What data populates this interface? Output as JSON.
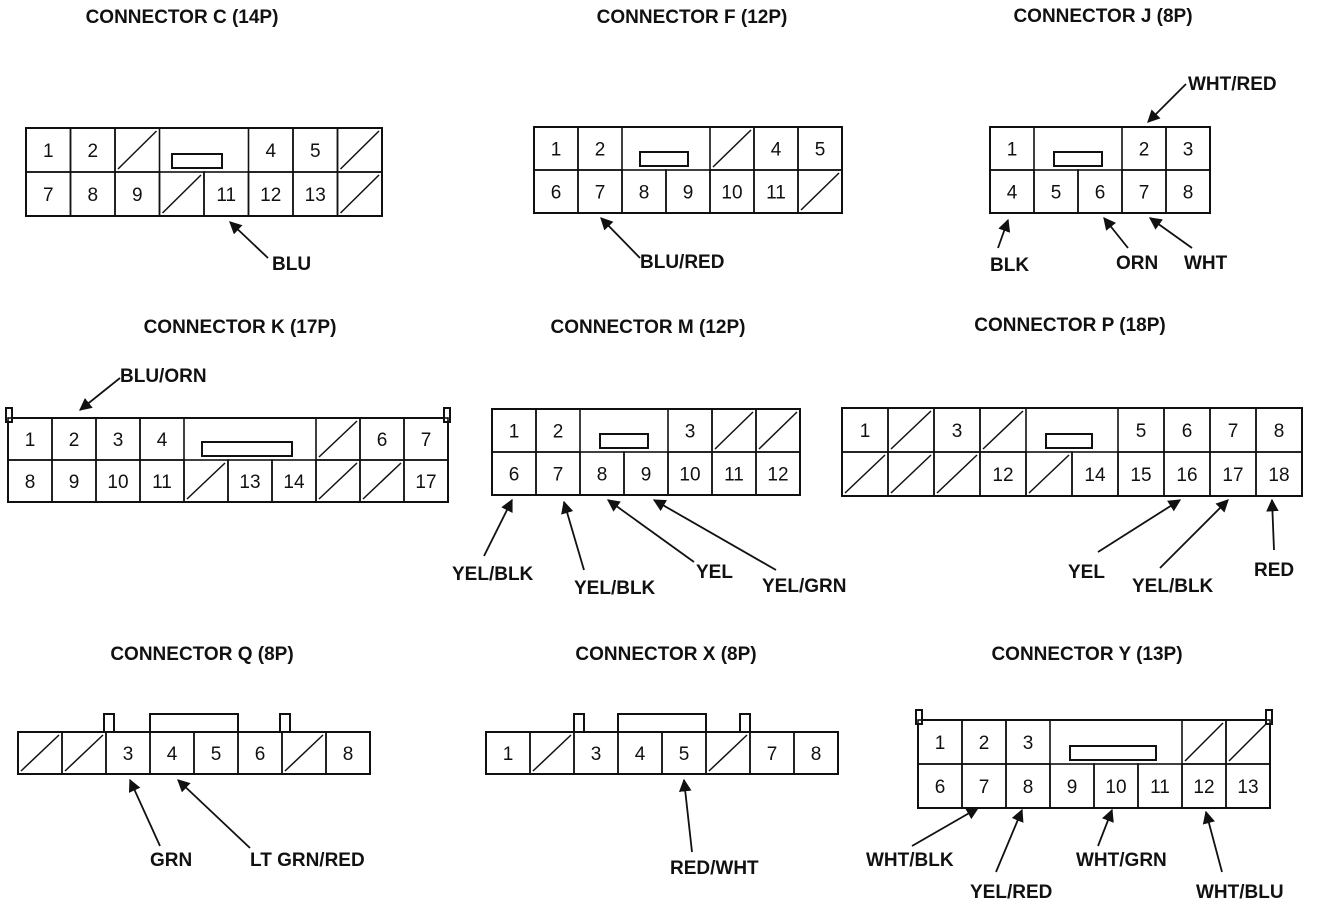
{
  "connectors": [
    {
      "id": "C",
      "title": "CONNECTOR C (14P)",
      "rows": [
        [
          "1",
          "2",
          "/",
          "",
          "",
          "4",
          "5",
          "/"
        ],
        [
          "7",
          "8",
          "9",
          "/",
          "11",
          "12",
          "13",
          "/"
        ]
      ],
      "wires": [
        {
          "pin": "11",
          "label": "BLU"
        }
      ]
    },
    {
      "id": "F",
      "title": "CONNECTOR F (12P)",
      "rows": [
        [
          "1",
          "2",
          "",
          "",
          "/",
          "4",
          "5"
        ],
        [
          "6",
          "7",
          "8",
          "9",
          "10",
          "11",
          "/"
        ]
      ],
      "wires": [
        {
          "pin": "7",
          "label": "BLU/RED"
        }
      ]
    },
    {
      "id": "J",
      "title": "CONNECTOR J (8P)",
      "rows": [
        [
          "1",
          "",
          "",
          "2",
          "3"
        ],
        [
          "4",
          "5",
          "6",
          "7",
          "8"
        ]
      ],
      "wires": [
        {
          "pin": "2",
          "label": "WHT/RED"
        },
        {
          "pin": "4",
          "label": "BLK"
        },
        {
          "pin": "6",
          "label": "ORN"
        },
        {
          "pin": "7",
          "label": "WHT"
        }
      ]
    },
    {
      "id": "K",
      "title": "CONNECTOR K (17P)",
      "rows": [
        [
          "1",
          "2",
          "3",
          "4",
          "",
          "",
          "",
          "/",
          "6",
          "7"
        ],
        [
          "8",
          "9",
          "10",
          "11",
          "/",
          "13",
          "14",
          "/",
          "/",
          "17"
        ]
      ],
      "wires": [
        {
          "pin": "2",
          "label": "BLU/ORN"
        }
      ]
    },
    {
      "id": "M",
      "title": "CONNECTOR M (12P)",
      "rows": [
        [
          "1",
          "2",
          "",
          "",
          "3",
          "/",
          "/"
        ],
        [
          "6",
          "7",
          "8",
          "9",
          "10",
          "11",
          "12"
        ]
      ],
      "wires": [
        {
          "pin": "6",
          "label": "YEL/BLK"
        },
        {
          "pin": "7",
          "label": "YEL/BLK"
        },
        {
          "pin": "8",
          "label": "YEL"
        },
        {
          "pin": "9",
          "label": "YEL/GRN"
        }
      ]
    },
    {
      "id": "P",
      "title": "CONNECTOR P (18P)",
      "rows": [
        [
          "1",
          "/",
          "3",
          "/",
          "",
          "",
          "5",
          "6",
          "7",
          "8"
        ],
        [
          "/",
          "/",
          "/",
          "12",
          "/",
          "14",
          "15",
          "16",
          "17",
          "18"
        ]
      ],
      "wires": [
        {
          "pin": "16",
          "label": "YEL"
        },
        {
          "pin": "17",
          "label": "YEL/BLK"
        },
        {
          "pin": "18",
          "label": "RED"
        }
      ]
    },
    {
      "id": "Q",
      "title": "CONNECTOR Q (8P)",
      "rows": [
        [
          "/",
          "/",
          "3",
          "4",
          "5",
          "6",
          "/",
          "8"
        ]
      ],
      "wires": [
        {
          "pin": "3",
          "label": "GRN"
        },
        {
          "pin": "4",
          "label": "LT GRN/RED"
        }
      ]
    },
    {
      "id": "X",
      "title": "CONNECTOR X (8P)",
      "rows": [
        [
          "1",
          "/",
          "3",
          "4",
          "5",
          "/",
          "7",
          "8"
        ]
      ],
      "wires": [
        {
          "pin": "5",
          "label": "RED/WHT"
        }
      ]
    },
    {
      "id": "Y",
      "title": "CONNECTOR Y (13P)",
      "rows": [
        [
          "1",
          "2",
          "3",
          "",
          "",
          "",
          "/",
          "/"
        ],
        [
          "6",
          "7",
          "8",
          "9",
          "10",
          "11",
          "12",
          "13"
        ]
      ],
      "wires": [
        {
          "pin": "7",
          "label": "WHT/BLK"
        },
        {
          "pin": "8",
          "label": "YEL/RED"
        },
        {
          "pin": "10",
          "label": "WHT/GRN"
        },
        {
          "pin": "12",
          "label": "WHT/BLU"
        }
      ]
    }
  ]
}
